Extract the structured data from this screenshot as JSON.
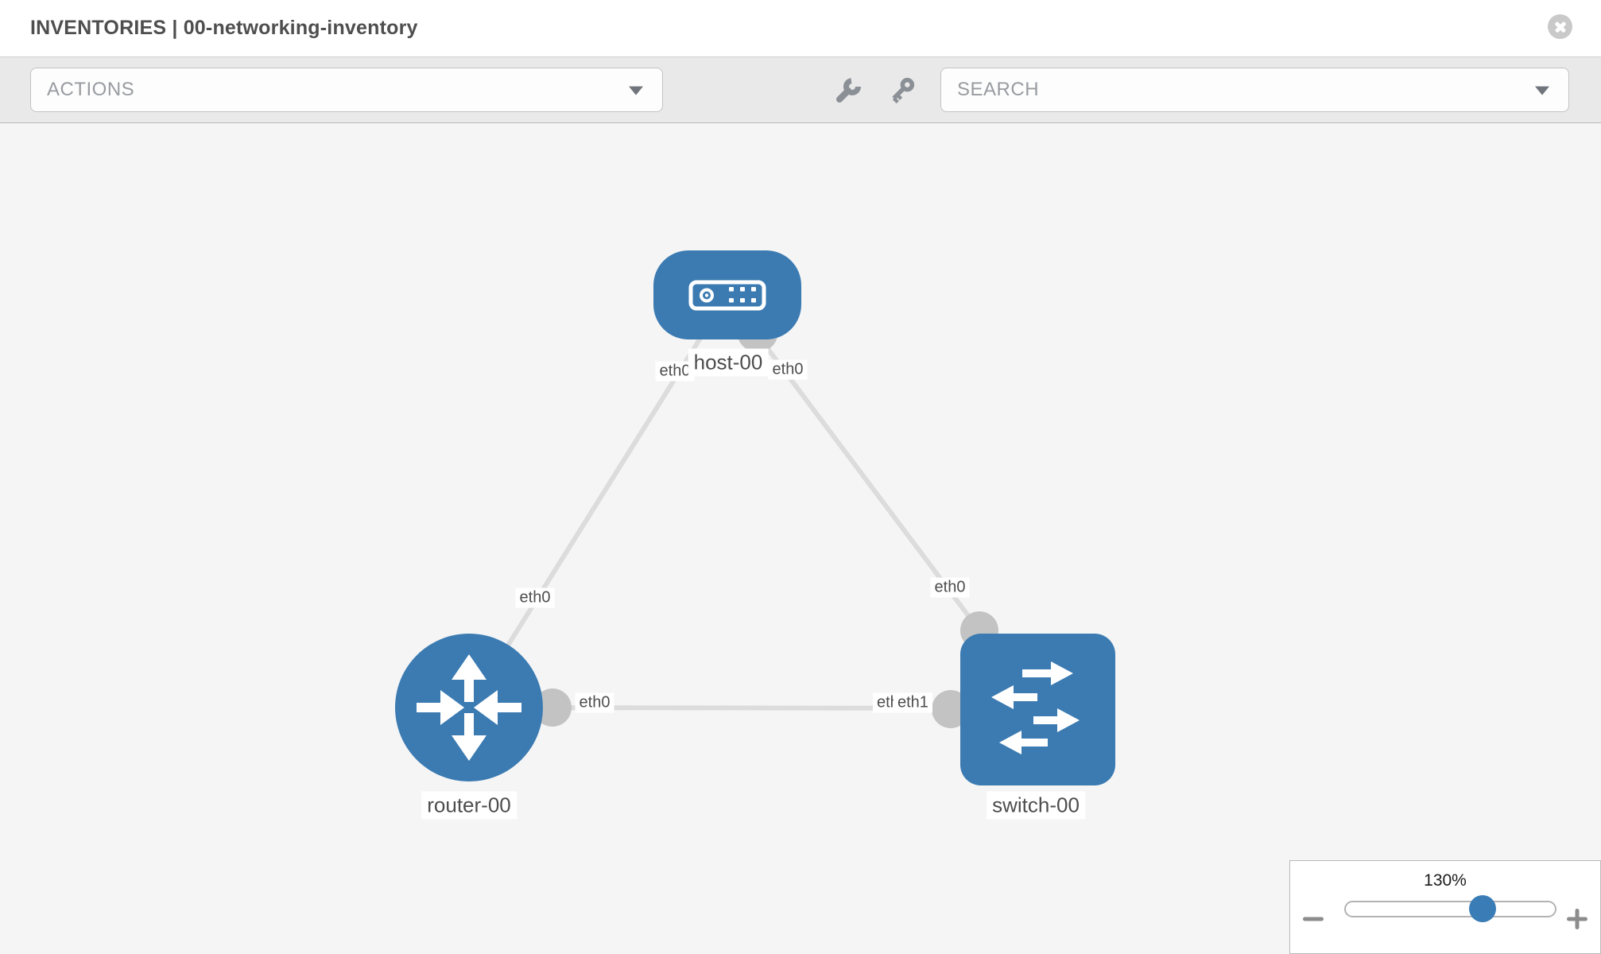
{
  "header": {
    "title": "INVENTORIES | 00-networking-inventory"
  },
  "toolbar": {
    "actions_label": "ACTIONS",
    "search_label": "SEARCH",
    "icon_buttons": [
      "wrench-icon",
      "key-icon"
    ]
  },
  "topology": {
    "nodes": [
      {
        "id": "host-00",
        "type": "host",
        "label": "host-00"
      },
      {
        "id": "router-00",
        "type": "router",
        "label": "router-00"
      },
      {
        "id": "switch-00",
        "type": "switch",
        "label": "switch-00"
      }
    ],
    "links": [
      {
        "from": "host-00",
        "from_interface": "eth0",
        "to": "router-00",
        "to_interface": "eth0"
      },
      {
        "from": "host-00",
        "from_interface": "eth0",
        "to": "switch-00",
        "to_interface": "eth0"
      },
      {
        "from": "router-00",
        "from_interface": "eth0",
        "to": "switch-00",
        "to_interface": "eth1",
        "to_interface_overlapped_label": "eth0"
      }
    ]
  },
  "zoom_control": {
    "value": "130%"
  },
  "colors": {
    "node_blue": "#3b7bb2",
    "accent_blue": "#3a7cb5",
    "link_gray": "#dcdcdc",
    "port_gray": "#c3c3c3"
  }
}
